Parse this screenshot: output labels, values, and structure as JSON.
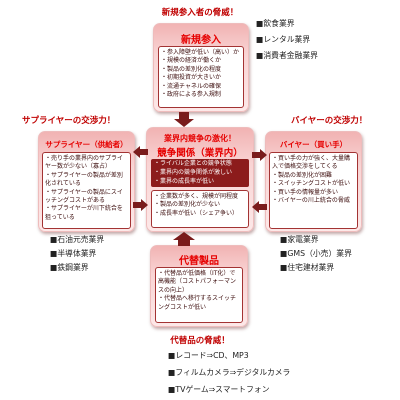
{
  "titles": {
    "new_entrants": "新規参入者の脅威！",
    "supplier": "サプライヤーの交渉力！",
    "buyer": "バイヤーの交渉力！",
    "substitutes": "代替品の脅威！"
  },
  "boxes": {
    "new_entrants": {
      "header": "新規参入",
      "items": [
        "・参入障壁が低い（高い）か",
        "・規模の経済が働くか",
        "・製品の差別化の程度",
        "・初期投資が大きいか",
        "・流通チャネルの確保",
        "・政府による参入規制"
      ]
    },
    "supplier": {
      "header": "サプライヤー（供給者）",
      "items": [
        "・売り手の業界内のサプライヤー数が少ない（寡占）",
        "・サプライヤーの製品が差別化されている",
        "・サプライヤーの製品にスイッチングコストがある",
        "・サプライヤーが川下統合を狙っている"
      ]
    },
    "rivalry": {
      "subheader": "業界内競争の激化！",
      "header": "競争関係（業界内）",
      "highlight_items": [
        "・ライバル企業との競争状態",
        "・業界内の競争関係が激しい",
        "・業界の成長率が低い"
      ],
      "items": [
        "・企業数が多く、規模が同程度",
        "・製品の差別化が少ない",
        "・成長率が低い（シェア争い）"
      ]
    },
    "buyer": {
      "header": "バイヤー（買い手）",
      "items": [
        "・買い手の力が強く、大量購入で価格交渉をしてくる",
        "・製品の差別化が困難",
        "・スイッチングコストが低い",
        "・買い手の情報量が多い",
        "・バイヤーの川上統合の脅威"
      ]
    },
    "substitutes": {
      "header": "代替製品",
      "items": [
        "・代替品が低価格（IT化）で高機能（コストパフォーマンスの向上）",
        "・代替品へ移行するスイッチングコストが低い"
      ]
    }
  },
  "examples": {
    "new_entrants": [
      "■飲食業界",
      "■レンタル業界",
      "■消費者金融業界"
    ],
    "supplier": [
      "■石油元売業界",
      "■半導体業界",
      "■鉄鋼業界"
    ],
    "buyer": [
      "■家電業界",
      "■GMS（小売）業界",
      "■住宅建材業界"
    ],
    "substitutes": [
      "■レコード⇒CD、MP3",
      "■フィルムカメラ⇒デジタルカメラ",
      "■TVゲーム⇒スマートフォン"
    ]
  },
  "colors": {
    "title_red": "#c00000",
    "header_red": "#e60000",
    "box_pink": "#f1b3b3",
    "dark_band": "#8c1c1c",
    "arrow": "#7a1c1c"
  }
}
